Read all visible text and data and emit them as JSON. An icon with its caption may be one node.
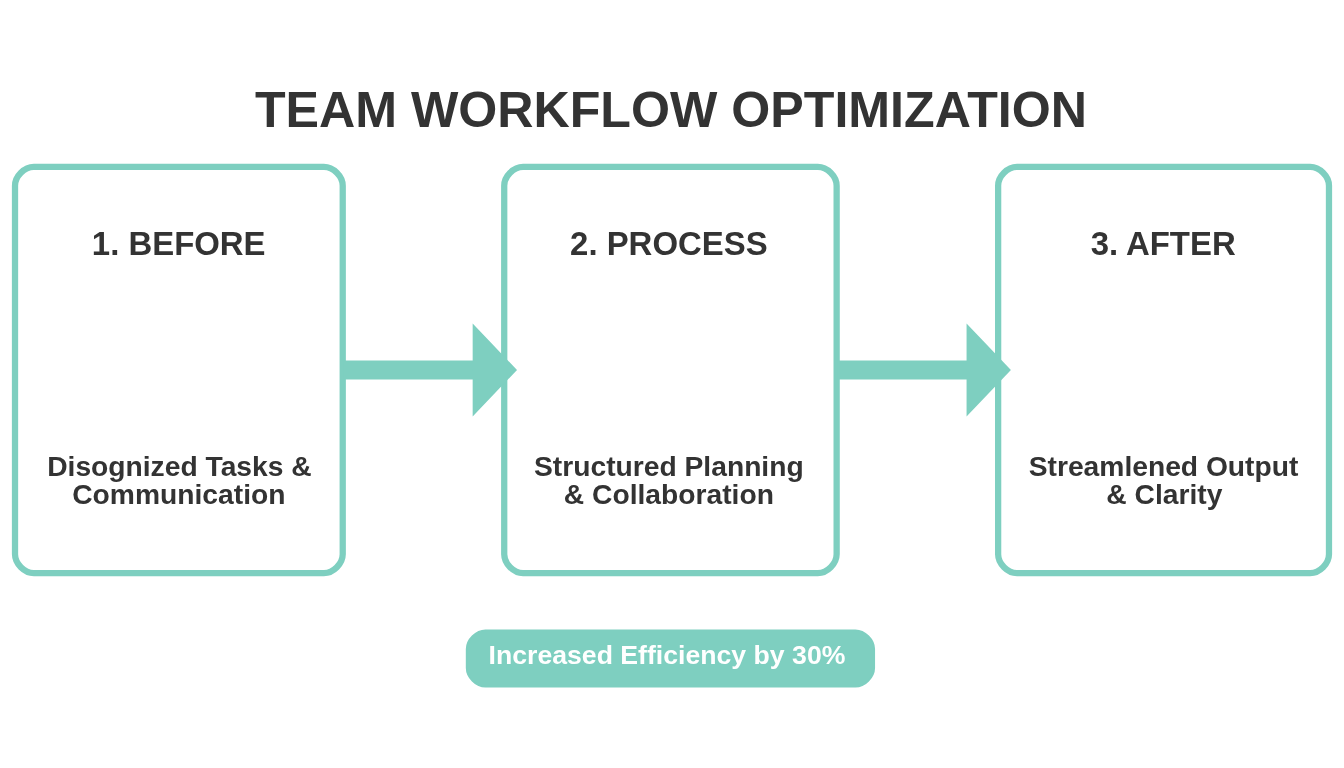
{
  "diagram": {
    "title": "TEAM WORKFLOW OPTIMIZATION",
    "nodes": [
      {
        "text": [
          "1. BEFORE",
          "Disognized Tasks & Communication"
        ]
      },
      {
        "text": [
          "2. PROCESS",
          "Structured Planning & Collaboration"
        ]
      },
      {
        "text": [
          "3. AFTER",
          "Streamlened Output & Clarity"
        ]
      },
      {
        "text": [
          "Increased Efficiency by 30%"
        ]
      }
    ],
    "edges": [
      {
        "from": 0,
        "to": 1,
        "arrow": "to"
      },
      {
        "from": 1,
        "to": 2,
        "arrow": "to"
      }
    ]
  }
}
